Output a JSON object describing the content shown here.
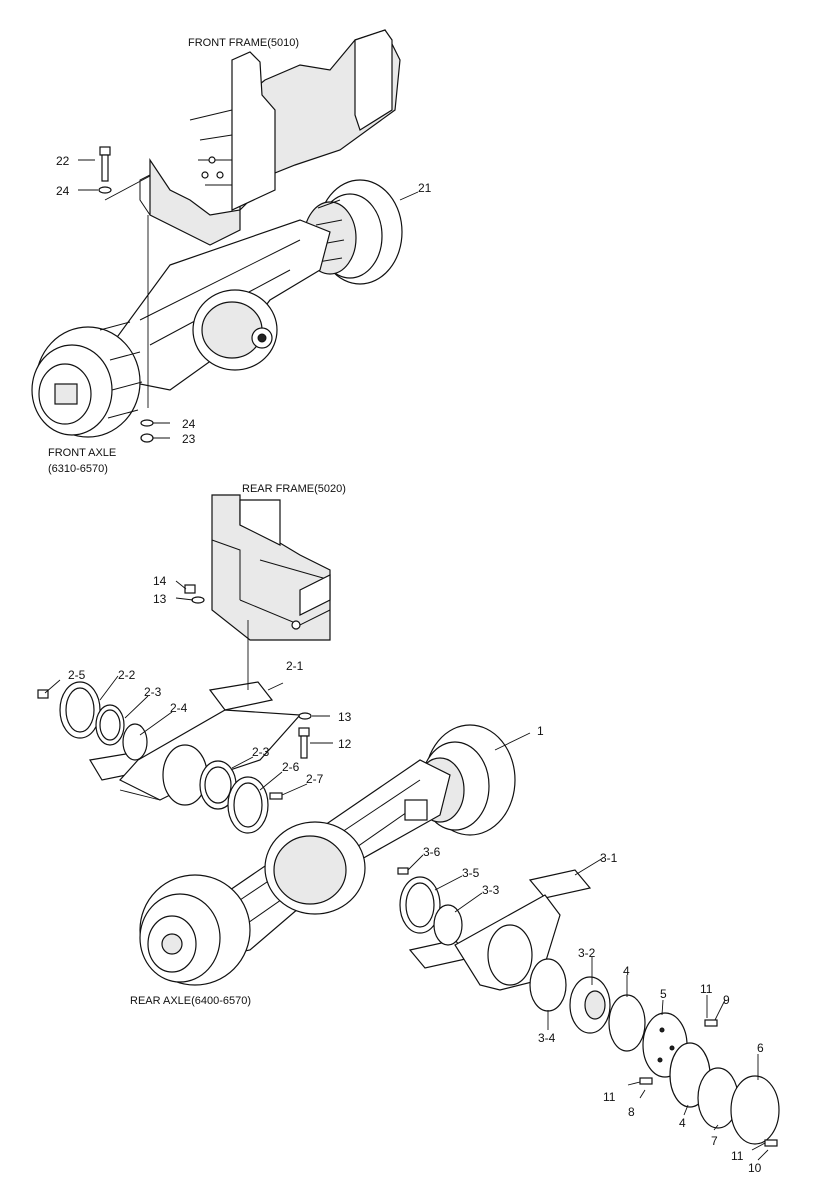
{
  "titles": {
    "front_frame": "FRONT FRAME(5010)",
    "front_axle_line1": "FRONT AXLE",
    "front_axle_line2": "(6310-6570)",
    "rear_frame": "REAR FRAME(5020)",
    "rear_axle": "REAR AXLE(6400-6570)"
  },
  "callouts": {
    "p22": "22",
    "p24a": "24",
    "p21": "21",
    "p24b": "24",
    "p23": "23",
    "p14": "14",
    "p13a": "13",
    "p2_5": "2-5",
    "p2_2": "2-2",
    "p2_3a": "2-3",
    "p2_4": "2-4",
    "p2_1": "2-1",
    "p13b": "13",
    "p12": "12",
    "p1": "1",
    "p2_3b": "2-3",
    "p2_6": "2-6",
    "p2_7": "2-7",
    "p3_6": "3-6",
    "p3_1": "3-1",
    "p3_5": "3-5",
    "p3_3": "3-3",
    "p3_2": "3-2",
    "p3_4": "3-4",
    "p4a": "4",
    "p5": "5",
    "p11a": "11",
    "p9": "9",
    "p6": "6",
    "p11b": "11",
    "p8": "8",
    "p4b": "4",
    "p7": "7",
    "p11c": "11",
    "p10": "10"
  }
}
